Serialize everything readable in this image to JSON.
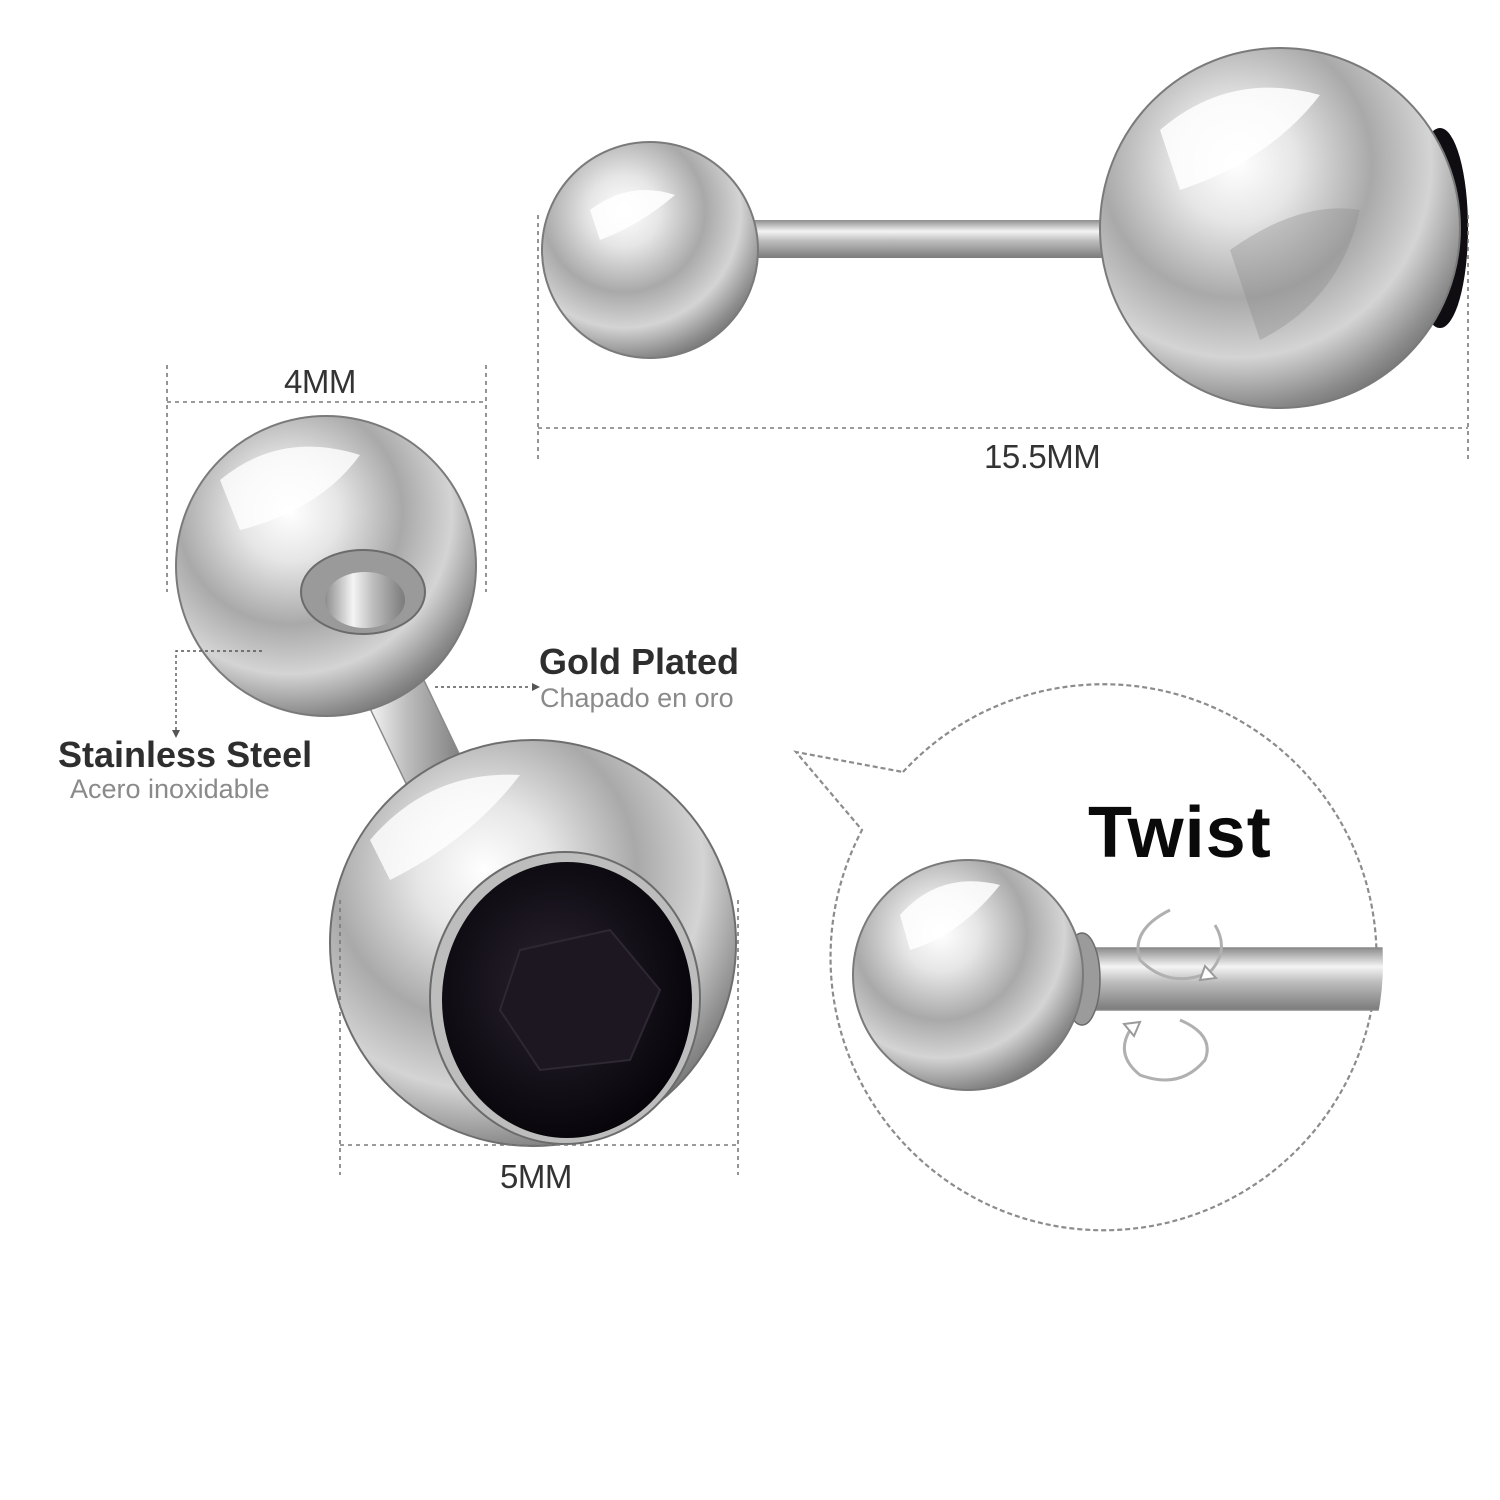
{
  "dimensions": {
    "top_ball": "4MM",
    "total_length": "15.5MM",
    "bottom_ball": "5MM"
  },
  "materials": {
    "post": {
      "name": "Gold Plated",
      "translation": "Chapado en oro"
    },
    "ball": {
      "name": "Stainless Steel",
      "translation": "Acero inoxidable"
    }
  },
  "callout": {
    "title": "Twist"
  },
  "colors": {
    "steel_light": "#fbfbfb",
    "steel_mid": "#c9c9c9",
    "steel_dark": "#6e6e6e",
    "gem": "#0d0a10",
    "dimension_line": "#7a7a7a"
  },
  "icons": [
    "rotate-arrows-icon"
  ]
}
